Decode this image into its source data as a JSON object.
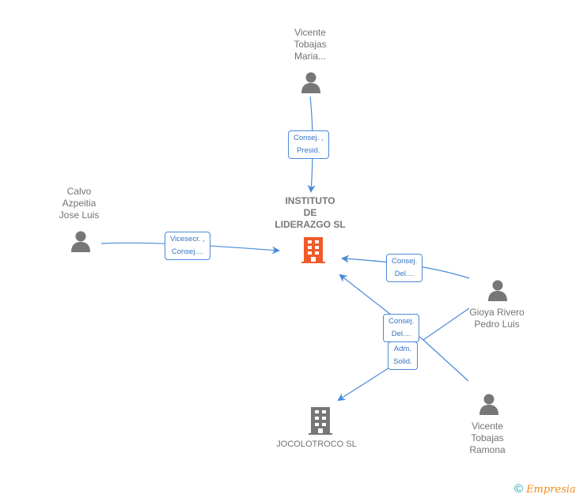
{
  "diagram": {
    "main_company": {
      "name_lines": [
        "INSTITUTO",
        "DE",
        "LIDERAZGO SL"
      ],
      "color": "#f05a2a"
    },
    "other_company": {
      "name": "JOCOLOTROCO SL",
      "color": "#777777"
    },
    "people": [
      {
        "id": "vicente-tobajas-maria",
        "name_lines": [
          "Vicente",
          "Tobajas",
          "Maria..."
        ]
      },
      {
        "id": "calvo-azpeitia",
        "name_lines": [
          "Calvo",
          "Azpeitia",
          "Jose Luis"
        ]
      },
      {
        "id": "gioya-rivero",
        "name_lines": [
          "Gioya Rivero",
          "Pedro Luis"
        ]
      },
      {
        "id": "vicente-tobajas-ramona",
        "name_lines": [
          "Vicente",
          "Tobajas",
          "Ramona"
        ]
      }
    ],
    "roles": [
      {
        "lines": [
          "Consej. ,",
          "Presid."
        ]
      },
      {
        "lines": [
          "Vicesecr. ,",
          "Consej...."
        ]
      },
      {
        "lines": [
          "Consej.",
          "Del...."
        ]
      },
      {
        "lines": [
          "Consej.",
          "Del...."
        ]
      },
      {
        "lines": [
          "Adm.",
          "Solid."
        ]
      }
    ],
    "edge_color": "#4a8ad8"
  },
  "footer": {
    "copyright_symbol": "©",
    "brand": "Empresia"
  }
}
